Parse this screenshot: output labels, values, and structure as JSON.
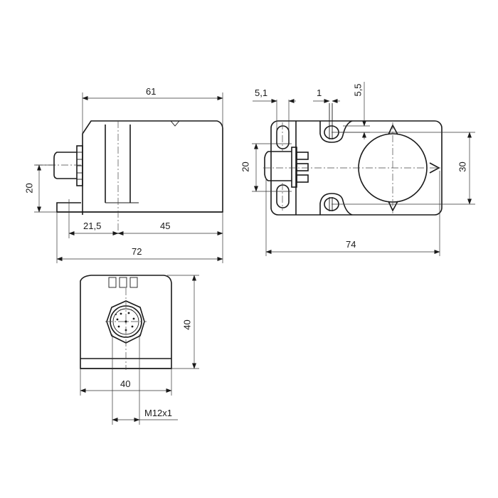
{
  "drawing": {
    "side_view": {
      "dims": {
        "top_length": "61",
        "connector_height": "20",
        "offset": "21,5",
        "body_length": "45",
        "total_length": "72"
      }
    },
    "top_view": {
      "dims": {
        "slot_width": "5,1",
        "hole_offset": "1",
        "hole_depth": "5,5",
        "connector_width": "20",
        "hole_spacing": "30",
        "total_length": "74"
      }
    },
    "front_view": {
      "dims": {
        "height": "40",
        "width": "40",
        "thread": "M12x1"
      }
    }
  }
}
